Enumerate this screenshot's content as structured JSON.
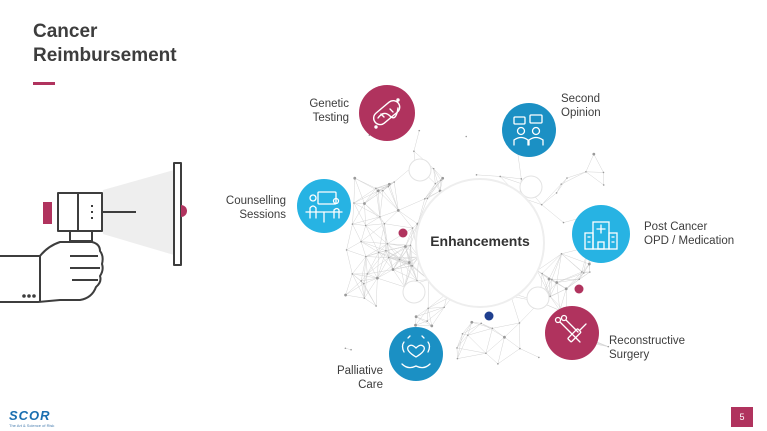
{
  "title": {
    "line1": "Cancer",
    "line2": "Reimbursement"
  },
  "center_label": "Enhancements",
  "items": [
    {
      "label1": "Genetic",
      "label2": "Testing",
      "icon": "dna-capsule-icon",
      "color": "#b0335e"
    },
    {
      "label1": "Second",
      "label2": "Opinion",
      "icon": "doctors-consult-icon",
      "color": "#1b90c4"
    },
    {
      "label1": "Post Cancer",
      "label2": "OPD / Medication",
      "icon": "hospital-icon",
      "color": "#27b3e3"
    },
    {
      "label1": "Reconstructive",
      "label2": "Surgery",
      "icon": "surgical-tools-icon",
      "color": "#b0335e"
    },
    {
      "label1": "Palliative",
      "label2": "Care",
      "icon": "caring-hands-icon",
      "color": "#1b90c4"
    },
    {
      "label1": "Counselling",
      "label2": "Sessions",
      "icon": "counselling-desk-icon",
      "color": "#27b3e3"
    }
  ],
  "page_number": "5",
  "logo": {
    "name": "SCOR",
    "tagline": "The Art & Science of Risk"
  },
  "colors": {
    "accent": "#b0335e",
    "blue": "#1b90c4",
    "light_blue": "#27b3e3",
    "text": "#3d3d3d"
  }
}
